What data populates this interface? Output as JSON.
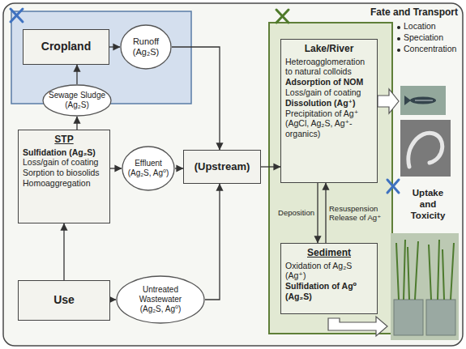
{
  "diagram": {
    "nodes": [
      {
        "text": [
          "Cropland"
        ]
      },
      {
        "text": [
          "Runoff (Ag₂S)"
        ]
      },
      {
        "text": [
          "Sewage Sludge (Ag₂S)"
        ]
      },
      {
        "text": [
          "STP",
          "Sulfidation (Ag₂S)",
          "Loss/gain of coating",
          "Sorption to biosolids",
          "Homoaggregation"
        ]
      },
      {
        "text": [
          "Effluent (Ag₂S, Ag⁰)"
        ]
      },
      {
        "text": [
          "(Upstream)"
        ]
      },
      {
        "text": [
          "Lake/River",
          "Heteroagglomeration to natural colloids",
          "Adsorption of NOM",
          "Loss/gain of coating",
          "Dissolution (Ag⁺)",
          "Precipitation of Ag⁺ (AgCl, Ag₂S, Ag⁺-organics)"
        ]
      },
      {
        "text": [
          "Sediment",
          "Oxidation of Ag₂S (Ag⁺)",
          "Sulfidation of Ag⁰ (Ag₂S)"
        ]
      },
      {
        "text": [
          "Use"
        ]
      },
      {
        "text": [
          "Untreated Wastewater (Ag₂S, Ag⁰)"
        ]
      }
    ],
    "edges": [
      {
        "from": 0,
        "to": 1,
        "arrow": "to"
      },
      {
        "from": 1,
        "to": 5,
        "arrow": "to"
      },
      {
        "from": 3,
        "to": 2,
        "arrow": "to"
      },
      {
        "from": 2,
        "to": 0,
        "arrow": "to"
      },
      {
        "from": 3,
        "to": 4,
        "arrow": "to"
      },
      {
        "from": 4,
        "to": 5,
        "arrow": "to"
      },
      {
        "from": 8,
        "to": 3,
        "arrow": "to"
      },
      {
        "from": 8,
        "to": 9,
        "arrow": "to"
      },
      {
        "from": 9,
        "to": 5,
        "arrow": "to"
      },
      {
        "from": 5,
        "to": 6,
        "arrow": "to"
      },
      {
        "from": 6,
        "to": 7,
        "label": "Deposition",
        "arrow": "to"
      },
      {
        "from": 7,
        "to": 6,
        "label": "Resuspension Release of Ag⁺",
        "arrow": "to"
      }
    ],
    "labels": [
      "Fate and Transport",
      "Location",
      "Speciation",
      "Concentration",
      "Uptake and Toxicity"
    ]
  }
}
